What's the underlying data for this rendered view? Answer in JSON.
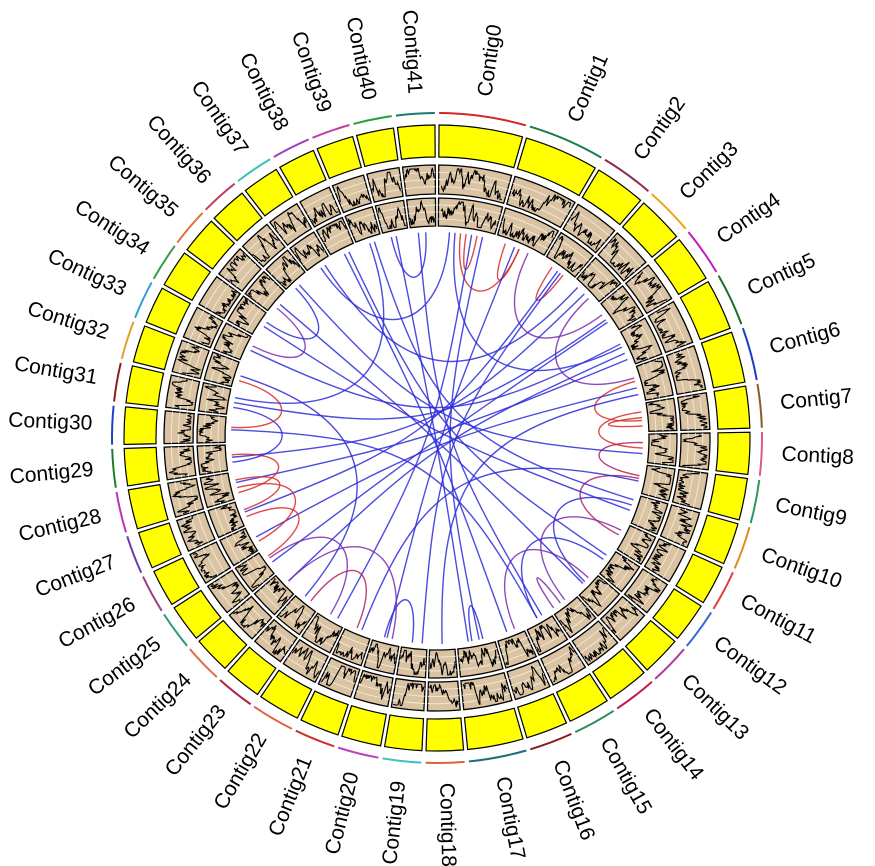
{
  "contigs": [
    {
      "name": "Contig0",
      "length": 1.8,
      "color": "#d62728"
    },
    {
      "name": "Contig1",
      "length": 1.6,
      "color": "#1b7f4c"
    },
    {
      "name": "Contig2",
      "length": 1.1,
      "color": "#8c2d4b"
    },
    {
      "name": "Contig3",
      "length": 1.0,
      "color": "#e6a817"
    },
    {
      "name": "Contig4",
      "length": 1.0,
      "color": "#c41ec4"
    },
    {
      "name": "Contig5",
      "length": 1.1,
      "color": "#1f6e2e"
    },
    {
      "name": "Contig6",
      "length": 1.1,
      "color": "#1f3cc4"
    },
    {
      "name": "Contig7",
      "length": 0.9,
      "color": "#8a5a2b"
    },
    {
      "name": "Contig8",
      "length": 0.9,
      "color": "#e05a7a"
    },
    {
      "name": "Contig9",
      "length": 0.9,
      "color": "#2a9a5a"
    },
    {
      "name": "Contig10",
      "length": 0.9,
      "color": "#e08a1e"
    },
    {
      "name": "Contig11",
      "length": 0.85,
      "color": "#e04040"
    },
    {
      "name": "Contig12",
      "length": 0.85,
      "color": "#3a6ad4"
    },
    {
      "name": "Contig13",
      "length": 0.85,
      "color": "#b03aa0"
    },
    {
      "name": "Contig14",
      "length": 0.9,
      "color": "#c2185b"
    },
    {
      "name": "Contig15",
      "length": 0.9,
      "color": "#2e8b57"
    },
    {
      "name": "Contig16",
      "length": 0.9,
      "color": "#8b1a1a"
    },
    {
      "name": "Contig17",
      "length": 1.2,
      "color": "#1a6e7a"
    },
    {
      "name": "Contig18",
      "length": 0.8,
      "color": "#e0603a"
    },
    {
      "name": "Contig19",
      "length": 0.8,
      "color": "#40c0c0"
    },
    {
      "name": "Contig20",
      "length": 0.85,
      "color": "#c040c0"
    },
    {
      "name": "Contig21",
      "length": 0.85,
      "color": "#d03030"
    },
    {
      "name": "Contig22",
      "length": 0.9,
      "color": "#e06040"
    },
    {
      "name": "Contig23",
      "length": 0.8,
      "color": "#b02040"
    },
    {
      "name": "Contig24",
      "length": 0.8,
      "color": "#e07050"
    },
    {
      "name": "Contig25",
      "length": 0.8,
      "color": "#2a9a7a"
    },
    {
      "name": "Contig26",
      "length": 0.8,
      "color": "#a04080"
    },
    {
      "name": "Contig27",
      "length": 0.8,
      "color": "#6a3ab0"
    },
    {
      "name": "Contig28",
      "length": 0.85,
      "color": "#c030c0"
    },
    {
      "name": "Contig29",
      "length": 0.8,
      "color": "#1f7a2e"
    },
    {
      "name": "Contig30",
      "length": 0.8,
      "color": "#2040c0"
    },
    {
      "name": "Contig31",
      "length": 0.8,
      "color": "#8b2020"
    },
    {
      "name": "Contig32",
      "length": 0.8,
      "color": "#e0a030"
    },
    {
      "name": "Contig33",
      "length": 0.8,
      "color": "#30a0d0"
    },
    {
      "name": "Contig34",
      "length": 0.8,
      "color": "#3a9a4a"
    },
    {
      "name": "Contig35",
      "length": 0.8,
      "color": "#e07040"
    },
    {
      "name": "Contig36",
      "length": 0.8,
      "color": "#c04060"
    },
    {
      "name": "Contig37",
      "length": 0.8,
      "color": "#40c0b0"
    },
    {
      "name": "Contig38",
      "length": 0.8,
      "color": "#a040c0"
    },
    {
      "name": "Contig39",
      "length": 0.8,
      "color": "#c040a0"
    },
    {
      "name": "Contig40",
      "length": 0.8,
      "color": "#2aa040"
    },
    {
      "name": "Contig41",
      "length": 0.8,
      "color": "#1a7a6e"
    }
  ],
  "links": [
    {
      "a": [
        0,
        0.2
      ],
      "b": [
        37,
        0.5
      ],
      "color": "#2b2bd9"
    },
    {
      "a": [
        0,
        0.3
      ],
      "b": [
        5,
        0.4
      ],
      "color": "#2b2bd9"
    },
    {
      "a": [
        0,
        0.4
      ],
      "b": [
        1,
        0.5
      ],
      "color": "#d92b2b"
    },
    {
      "a": [
        0,
        0.5
      ],
      "b": [
        0,
        0.7
      ],
      "color": "#d92b2b"
    },
    {
      "a": [
        0,
        0.6
      ],
      "b": [
        22,
        0.3
      ],
      "color": "#2b2bd9"
    },
    {
      "a": [
        0,
        0.8
      ],
      "b": [
        17,
        0.4
      ],
      "color": "#2b2bd9"
    },
    {
      "a": [
        1,
        0.2
      ],
      "b": [
        1,
        0.5
      ],
      "color": "#d92b2b"
    },
    {
      "a": [
        1,
        0.4
      ],
      "b": [
        20,
        0.5
      ],
      "color": "#2b2bd9"
    },
    {
      "a": [
        1,
        0.7
      ],
      "b": [
        4,
        0.3
      ],
      "color": "#7a2bb0"
    },
    {
      "a": [
        2,
        0.3
      ],
      "b": [
        2,
        0.7
      ],
      "color": "#d92b2b"
    },
    {
      "a": [
        2,
        0.5
      ],
      "b": [
        27,
        0.5
      ],
      "color": "#2b2bd9"
    },
    {
      "a": [
        2,
        0.6
      ],
      "b": [
        19,
        0.2
      ],
      "color": "#2b2bd9"
    },
    {
      "a": [
        3,
        0.5
      ],
      "b": [
        29,
        0.5
      ],
      "color": "#2b2bd9"
    },
    {
      "a": [
        3,
        0.7
      ],
      "b": [
        6,
        0.3
      ],
      "color": "#7a2bb0"
    },
    {
      "a": [
        4,
        0.5
      ],
      "b": [
        31,
        0.5
      ],
      "color": "#2b2bd9"
    },
    {
      "a": [
        4,
        0.6
      ],
      "b": [
        25,
        0.4
      ],
      "color": "#2b2bd9"
    },
    {
      "a": [
        5,
        0.3
      ],
      "b": [
        33,
        0.5
      ],
      "color": "#2b2bd9"
    },
    {
      "a": [
        5,
        0.6
      ],
      "b": [
        24,
        0.5
      ],
      "color": "#2b2bd9"
    },
    {
      "a": [
        5,
        0.8
      ],
      "b": [
        28,
        0.6
      ],
      "color": "#2b2bd9"
    },
    {
      "a": [
        6,
        0.4
      ],
      "b": [
        7,
        0.6
      ],
      "color": "#d92b2b"
    },
    {
      "a": [
        6,
        0.6
      ],
      "b": [
        26,
        0.5
      ],
      "color": "#2b2bd9"
    },
    {
      "a": [
        6,
        0.8
      ],
      "b": [
        18,
        0.5
      ],
      "color": "#2b2bd9"
    },
    {
      "a": [
        7,
        0.3
      ],
      "b": [
        8,
        0.5
      ],
      "color": "#d92b2b"
    },
    {
      "a": [
        7,
        0.5
      ],
      "b": [
        7,
        0.8
      ],
      "color": "#d92b2b"
    },
    {
      "a": [
        8,
        0.3
      ],
      "b": [
        9,
        0.4
      ],
      "color": "#b0215a"
    },
    {
      "a": [
        8,
        0.7
      ],
      "b": [
        36,
        0.5
      ],
      "color": "#2b2bd9"
    },
    {
      "a": [
        9,
        0.5
      ],
      "b": [
        11,
        0.5
      ],
      "color": "#b0215a"
    },
    {
      "a": [
        9,
        0.6
      ],
      "b": [
        21,
        0.4
      ],
      "color": "#2b2bd9"
    },
    {
      "a": [
        10,
        0.4
      ],
      "b": [
        13,
        0.5
      ],
      "color": "#2b2bd9"
    },
    {
      "a": [
        10,
        0.6
      ],
      "b": [
        34,
        0.5
      ],
      "color": "#2b2bd9"
    },
    {
      "a": [
        11,
        0.3
      ],
      "b": [
        14,
        0.4
      ],
      "color": "#7a2bb0"
    },
    {
      "a": [
        12,
        0.5
      ],
      "b": [
        15,
        0.5
      ],
      "color": "#2b2bd9"
    },
    {
      "a": [
        13,
        0.3
      ],
      "b": [
        16,
        0.3
      ],
      "color": "#7a2bb0"
    },
    {
      "a": [
        13,
        0.6
      ],
      "b": [
        35,
        0.5
      ],
      "color": "#2b2bd9"
    },
    {
      "a": [
        14,
        0.6
      ],
      "b": [
        14,
        0.9
      ],
      "color": "#7a2bb0"
    },
    {
      "a": [
        15,
        0.5
      ],
      "b": [
        30,
        0.5
      ],
      "color": "#2b2bd9"
    },
    {
      "a": [
        16,
        0.6
      ],
      "b": [
        38,
        0.5
      ],
      "color": "#2b2bd9"
    },
    {
      "a": [
        17,
        0.3
      ],
      "b": [
        17,
        0.6
      ],
      "color": "#2b2bd9"
    },
    {
      "a": [
        17,
        0.7
      ],
      "b": [
        40,
        0.5
      ],
      "color": "#2b2bd9"
    },
    {
      "a": [
        19,
        0.6
      ],
      "b": [
        20,
        0.6
      ],
      "color": "#2b2bd9"
    },
    {
      "a": [
        20,
        0.3
      ],
      "b": [
        24,
        0.5
      ],
      "color": "#7a2bb0"
    },
    {
      "a": [
        21,
        0.6
      ],
      "b": [
        23,
        0.4
      ],
      "color": "#b0215a"
    },
    {
      "a": [
        22,
        0.6
      ],
      "b": [
        25,
        0.6
      ],
      "color": "#7a2bb0"
    },
    {
      "a": [
        23,
        0.7
      ],
      "b": [
        32,
        0.5
      ],
      "color": "#2b2bd9"
    },
    {
      "a": [
        25,
        0.7
      ],
      "b": [
        27,
        0.3
      ],
      "color": "#d92b2b"
    },
    {
      "a": [
        26,
        0.3
      ],
      "b": [
        28,
        0.4
      ],
      "color": "#d92b2b"
    },
    {
      "a": [
        27,
        0.6
      ],
      "b": [
        28,
        0.7
      ],
      "color": "#d92b2b"
    },
    {
      "a": [
        28,
        0.2
      ],
      "b": [
        29,
        0.6
      ],
      "color": "#d92b2b"
    },
    {
      "a": [
        29,
        0.3
      ],
      "b": [
        31,
        0.3
      ],
      "color": "#2b2bd9"
    },
    {
      "a": [
        30,
        0.6
      ],
      "b": [
        32,
        0.3
      ],
      "color": "#d92b2b"
    },
    {
      "a": [
        31,
        0.7
      ],
      "b": [
        39,
        0.5
      ],
      "color": "#2b2bd9"
    },
    {
      "a": [
        33,
        0.7
      ],
      "b": [
        35,
        0.3
      ],
      "color": "#7a2bb0"
    },
    {
      "a": [
        34,
        0.7
      ],
      "b": [
        36,
        0.3
      ],
      "color": "#2b2bd9"
    },
    {
      "a": [
        37,
        0.7
      ],
      "b": [
        3,
        0.2
      ],
      "color": "#2b2bd9"
    },
    {
      "a": [
        38,
        0.7
      ],
      "b": [
        12,
        0.3
      ],
      "color": "#2b2bd9"
    },
    {
      "a": [
        39,
        0.7
      ],
      "b": [
        10,
        0.2
      ],
      "color": "#2b2bd9"
    },
    {
      "a": [
        40,
        0.3
      ],
      "b": [
        41,
        0.6
      ],
      "color": "#2b2bd9"
    },
    {
      "a": [
        41,
        0.3
      ],
      "b": [
        15,
        0.3
      ],
      "color": "#2b2bd9"
    }
  ],
  "colors": {
    "ideogram": "#ffff00",
    "track_background": "#d9c3a3",
    "track_line": "#000000",
    "red_link": "#d92b2b",
    "blue_link": "#2b2bd9",
    "purple_link": "#7a2bb0"
  }
}
